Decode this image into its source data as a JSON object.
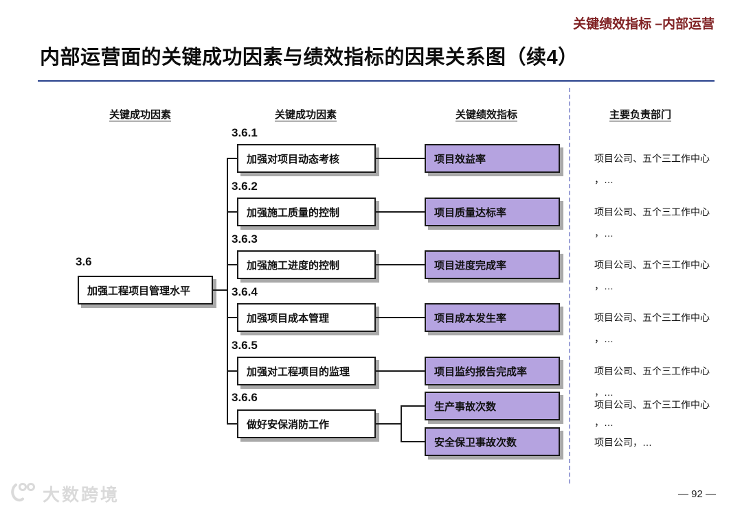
{
  "header": {
    "corner_tag": "关键绩效指标 –内部运营",
    "title": "内部运营面的关键成功因素与绩效指标的因果关系图（续4）"
  },
  "columns": {
    "csf_level1": "关键成功因素",
    "csf_level2": "关键成功因素",
    "kpi": "关键绩效指标",
    "dept": "主要负责部门"
  },
  "root": {
    "id": "3.6",
    "label": "加强工程项目管理水平"
  },
  "rows": [
    {
      "id": "3.6.1",
      "csf": "加强对项目动态考核",
      "kpi": "项目效益率",
      "dept_line1": "项目公司、五个三工作中心",
      "dept_line2": "，…"
    },
    {
      "id": "3.6.2",
      "csf": "加强施工质量的控制",
      "kpi": "项目质量达标率",
      "dept_line1": "项目公司、五个三工作中心",
      "dept_line2": "，…"
    },
    {
      "id": "3.6.3",
      "csf": "加强施工进度的控制",
      "kpi": "项目进度完成率",
      "dept_line1": "项目公司、五个三工作中心",
      "dept_line2": "，…"
    },
    {
      "id": "3.6.4",
      "csf": "加强项目成本管理",
      "kpi": "项目成本发生率",
      "dept_line1": "项目公司、五个三工作中心",
      "dept_line2": "，…"
    },
    {
      "id": "3.6.5",
      "csf": "加强对工程项目的监理",
      "kpi": "项目监约报告完成率",
      "dept_line1": "项目公司、五个三工作中心",
      "dept_line2": "，…"
    },
    {
      "id": "3.6.6",
      "csf": "做好安保消防工作",
      "kpi_a": "生产事故次数",
      "dept_a_line1": "项目公司、五个三工作中心",
      "dept_a_line2": "，…",
      "kpi_b": "安全保卫事故次数",
      "dept_b": "项目公司，…"
    }
  ],
  "footer": {
    "watermark": "大数跨境",
    "page_number": "— 92 —"
  },
  "colors": {
    "kpi_fill": "#b5a3e0",
    "title_rule": "#27408b",
    "corner_tag": "#7f2022",
    "divider_dash": "#9aa0d6",
    "box_shadow": "#a9a9a9"
  }
}
